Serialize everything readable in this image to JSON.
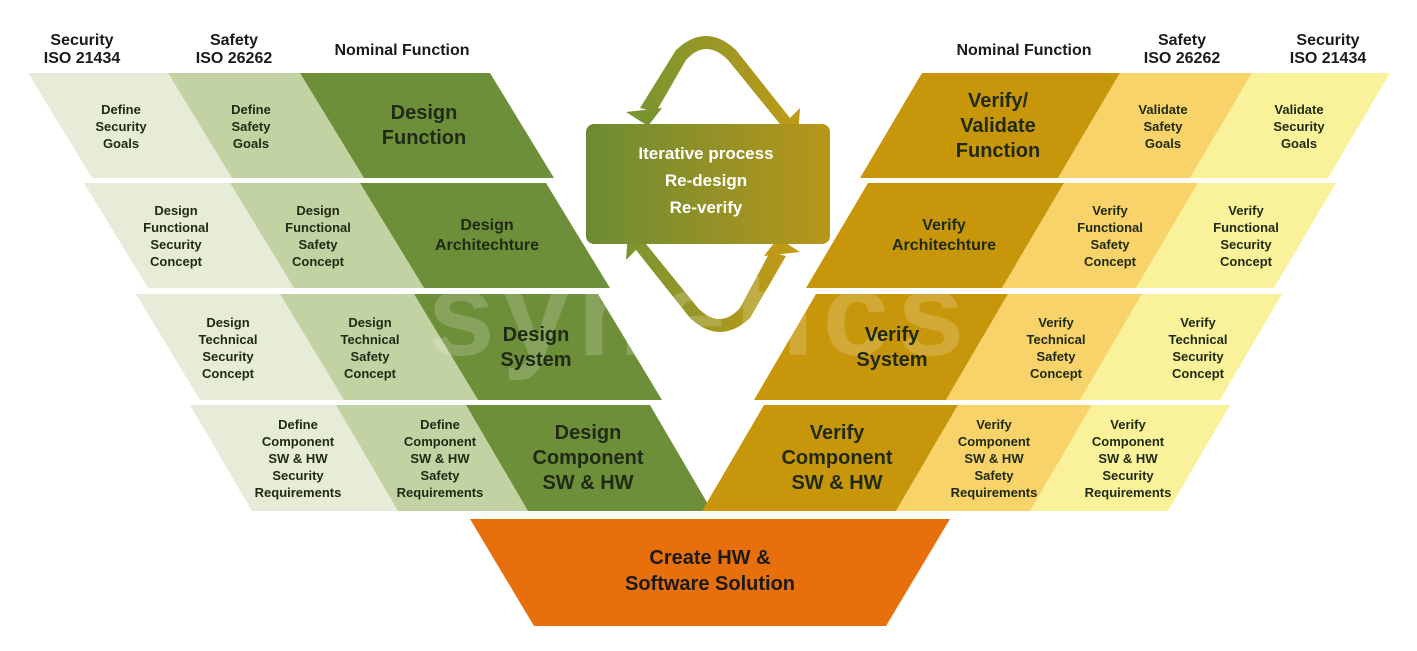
{
  "headers": {
    "left_security": {
      "line1": "Security",
      "line2": "ISO 21434"
    },
    "left_safety": {
      "line1": "Safety",
      "line2": "ISO 26262"
    },
    "left_nominal": "Nominal Function",
    "right_nominal": "Nominal Function",
    "right_safety": {
      "line1": "Safety",
      "line2": "ISO 26262"
    },
    "right_security": {
      "line1": "Security",
      "line2": "ISO 21434"
    }
  },
  "left_rows": [
    {
      "security": "Define\nSecurity\nGoals",
      "safety": "Define\nSafety\nGoals",
      "nominal": "Design\nFunction"
    },
    {
      "security": "Design\nFunctional\nSecurity\nConcept",
      "safety": "Design\nFunctional\nSafety\nConcept",
      "nominal": "Design\nArchitechture"
    },
    {
      "security": "Design\nTechnical\nSecurity\nConcept",
      "safety": "Design\nTechnical\nSafety\nConcept",
      "nominal": "Design\nSystem"
    },
    {
      "security": "Define\nComponent\nSW & HW\nSecurity\nRequirements",
      "safety": "Define\nComponent\nSW & HW\nSafety\nRequirements",
      "nominal": "Design\nComponent\nSW & HW"
    }
  ],
  "right_rows": [
    {
      "nominal": "Verify/\nValidate\nFunction",
      "safety": "Validate\nSafety\nGoals",
      "security": "Validate\nSecurity\nGoals"
    },
    {
      "nominal": "Verify\nArchitechture",
      "safety": "Verify\nFunctional\nSafety\nConcept",
      "security": "Verify\nFunctional\nSecurity\nConcept"
    },
    {
      "nominal": "Verify\nSystem",
      "safety": "Verify\nTechnical\nSafety\nConcept",
      "security": "Verify\nTechnical\nSecurity\nConcept"
    },
    {
      "nominal": "Verify\nComponent\nSW & HW",
      "safety": "Verify\nComponent\nSW & HW\nSafety\nRequirements",
      "security": "Verify\nComponent\nSW & HW\nSecurity\nRequirements"
    }
  ],
  "iterative": {
    "line1": "Iterative process",
    "line2": "Re-design",
    "line3": "Re-verify"
  },
  "base": "Create HW &\nSoftware Solution",
  "watermark": "synetics",
  "colors": {
    "left_security": "#e6ecd8",
    "left_safety": "#c3d2a2",
    "left_nominal": "#6e8f3a",
    "right_nominal": "#c8960a",
    "right_safety": "#f7d36a",
    "right_security": "#f9f29a",
    "base": "#e8700c",
    "iter_green": "#6f8e35",
    "iter_gold": "#b39418"
  }
}
